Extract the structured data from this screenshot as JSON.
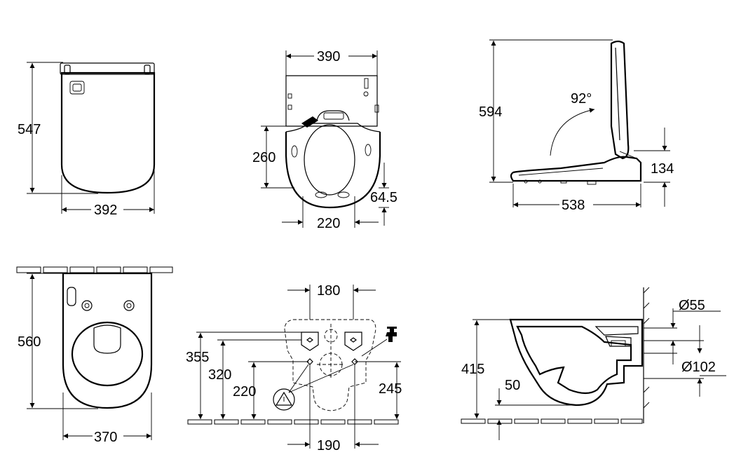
{
  "dimensions": {
    "top_view_length": "547",
    "top_view_width": "392",
    "rear_width": "390",
    "seat_depth": "260",
    "rear_offset": "64.5",
    "fixing_distance": "220",
    "side_height": "594",
    "lid_angle": "92°",
    "side_length": "538",
    "seat_height": "134",
    "front_view_length": "560",
    "front_view_width": "370",
    "bracket_spacing_top": "180",
    "height_355": "355",
    "height_320": "320",
    "height_220": "220",
    "height_245": "245",
    "bracket_spacing_bottom": "190",
    "outlet_diameter_55": "Ø55",
    "outlet_diameter_102": "Ø102",
    "bowl_height": "415",
    "floor_gap": "50"
  },
  "colors": {
    "line": "#000000",
    "background": "#ffffff"
  },
  "icons": {
    "warning": "warning-triangle-icon",
    "water_inlet": "tap-icon"
  }
}
